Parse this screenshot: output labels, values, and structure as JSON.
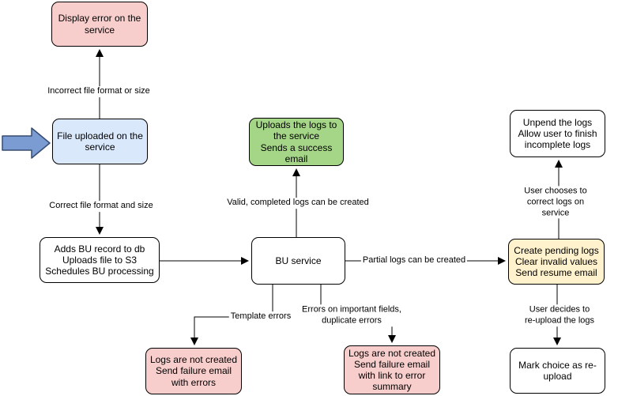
{
  "diagram": {
    "title": "File upload / BU processing flowchart",
    "colors": {
      "pink_fill": "#F8CECC",
      "blue_fill": "#DAE8FC",
      "green_fill": "#A5D687",
      "yellow_fill": "#FFF2CC",
      "white_fill": "#FFFFFF",
      "node_border": "#000000",
      "entry_arrow_fill": "#7B9BD3",
      "entry_arrow_border": "#364D72",
      "connector": "#000000"
    },
    "nodes": {
      "display_error": {
        "text": "Display error on the\nservice",
        "color": "pink"
      },
      "file_uploaded": {
        "text": "File uploaded on the\nservice",
        "color": "blue"
      },
      "adds_bu_record": {
        "text": "Adds BU record to db\nUploads file to S3\nSchedules BU processing",
        "color": "white"
      },
      "uploads_logs": {
        "text": "Uploads the logs to\nthe service\nSends a success\nemail",
        "color": "green"
      },
      "bu_service": {
        "text": "BU service",
        "color": "white"
      },
      "create_pending": {
        "text": "Create pending logs\nClear invalid values\nSend resume email",
        "color": "yellow"
      },
      "unpend_logs": {
        "text": "Unpend the logs\nAllow user to finish\nincomplete logs",
        "color": "white"
      },
      "mark_reupload": {
        "text": "Mark choice as re-\nupload",
        "color": "white"
      },
      "logs_not_created_errors": {
        "text": "Logs are not created\nSend failure email\nwith errors",
        "color": "pink"
      },
      "logs_not_created_summary": {
        "text": "Logs are not created\nSend failure email\nwith link to error\nsummary",
        "color": "pink"
      }
    },
    "edge_labels": {
      "incorrect_file": "Incorrect file format or size",
      "correct_file": "Correct file format and size",
      "valid_logs": "Valid, completed logs can be created",
      "partial_logs": "Partial logs can be created",
      "template_errors": "Template errors",
      "important_fields": "Errors on important fields,\nduplicate errors",
      "user_chooses": "User chooses to correct logs on service",
      "user_decides": "User decides to re-upload the logs"
    }
  }
}
